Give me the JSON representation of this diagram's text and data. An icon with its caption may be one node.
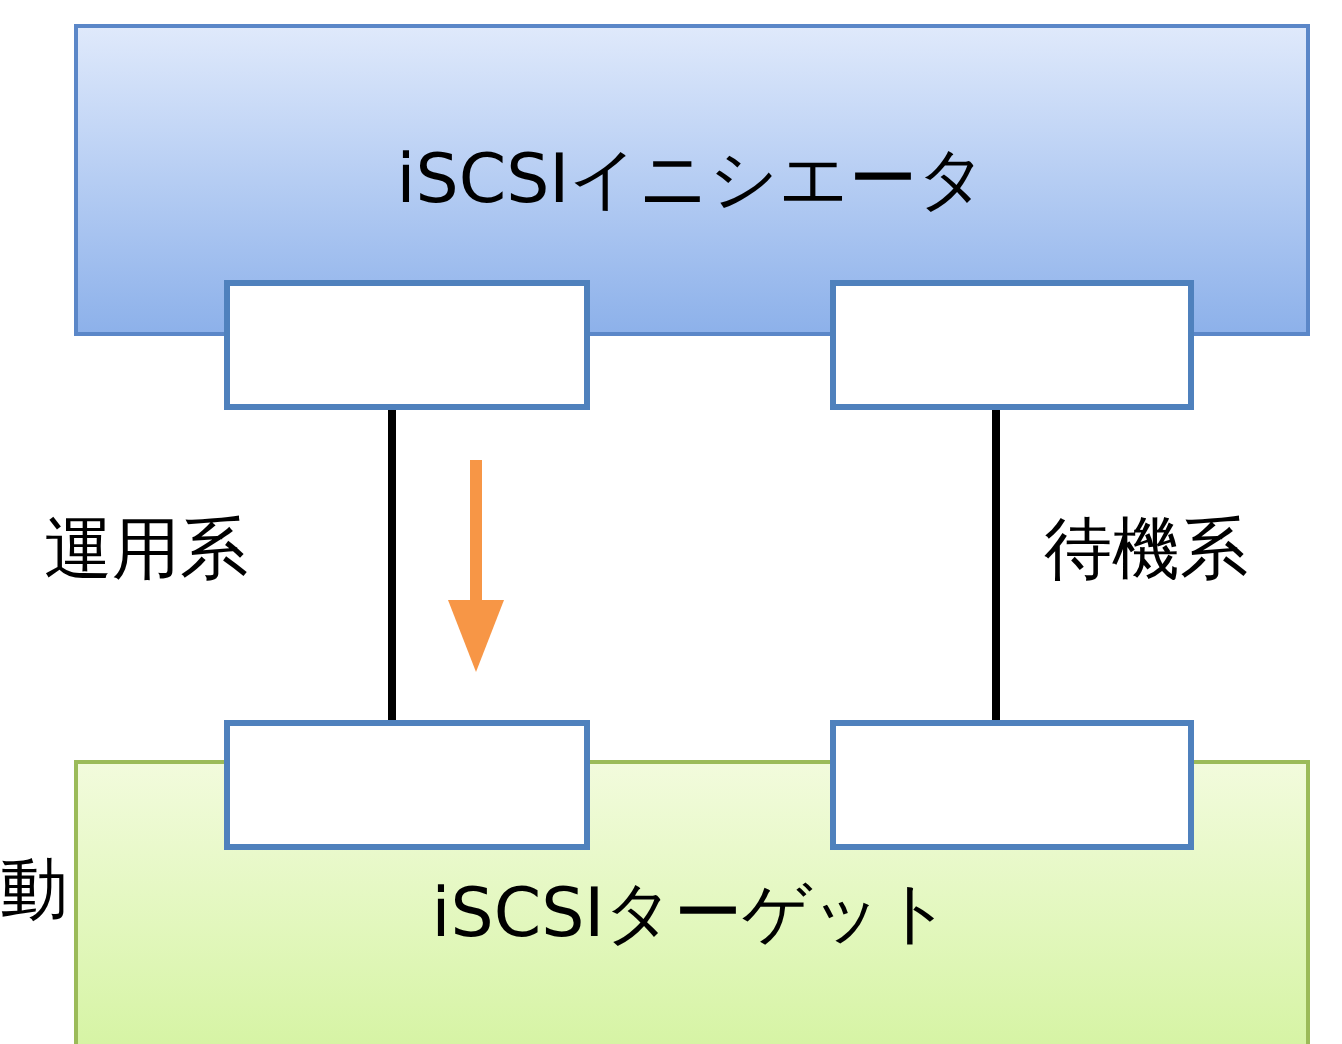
{
  "diagram": {
    "nodes": [
      {
        "text": [
          "iSCSIイニシエータ"
        ]
      },
      {
        "text": [],
        "shape": "box"
      },
      {
        "text": [],
        "shape": "box"
      },
      {
        "text": [
          "iSCSIターゲット"
        ]
      },
      {
        "text": [],
        "shape": "box"
      },
      {
        "text": [],
        "shape": "box"
      }
    ],
    "edges": [
      {
        "from": 1,
        "to": 4,
        "arrow": "none"
      },
      {
        "from": 2,
        "to": 5,
        "arrow": "none"
      }
    ],
    "labels": [
      "運用系",
      "待機系",
      "動"
    ]
  }
}
